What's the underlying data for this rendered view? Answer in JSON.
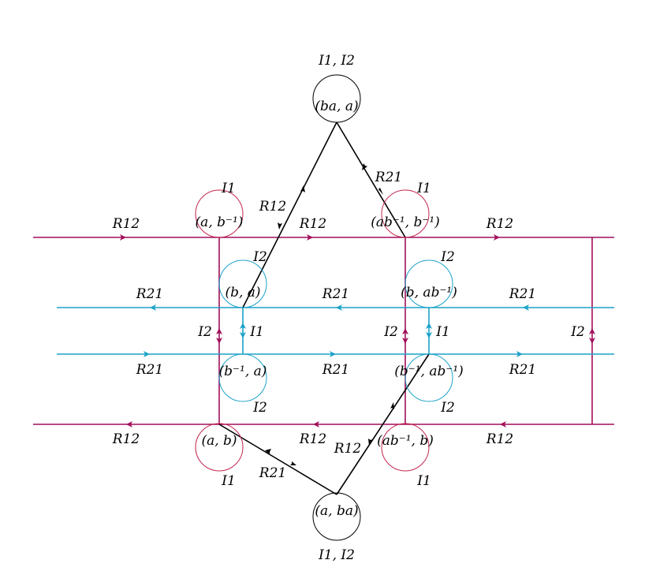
{
  "colors": {
    "magenta": "#A10F5A",
    "red": "#C4264F",
    "cyan": "#1BA2C9",
    "black": "#000000"
  },
  "labels": {
    "n_top": "(ba, a)",
    "n_top_loop": "I1, I2",
    "n_ul": "(a, b⁻¹)",
    "n_ul_loop": "I1",
    "n_ur": "(ab⁻¹, b⁻¹)",
    "n_ur_loop": "I1",
    "n_cul": "(b, a)",
    "n_cul_loop": "I2",
    "n_cur": "(b, ab⁻¹)",
    "n_cur_loop": "I2",
    "n_cll": "(b⁻¹, a)",
    "n_cll_loop": "I2",
    "n_clr": "(b⁻¹, ab⁻¹)",
    "n_clr_loop": "I2",
    "n_ll": "(a, b)",
    "n_ll_loop": "I1",
    "n_lr": "(ab⁻¹, b)",
    "n_lr_loop": "I1",
    "n_bot": "(a, ba)",
    "n_bot_loop": "I1, I2",
    "r12": "R12",
    "r21": "R21",
    "i1": "I1",
    "i2": "I2"
  }
}
